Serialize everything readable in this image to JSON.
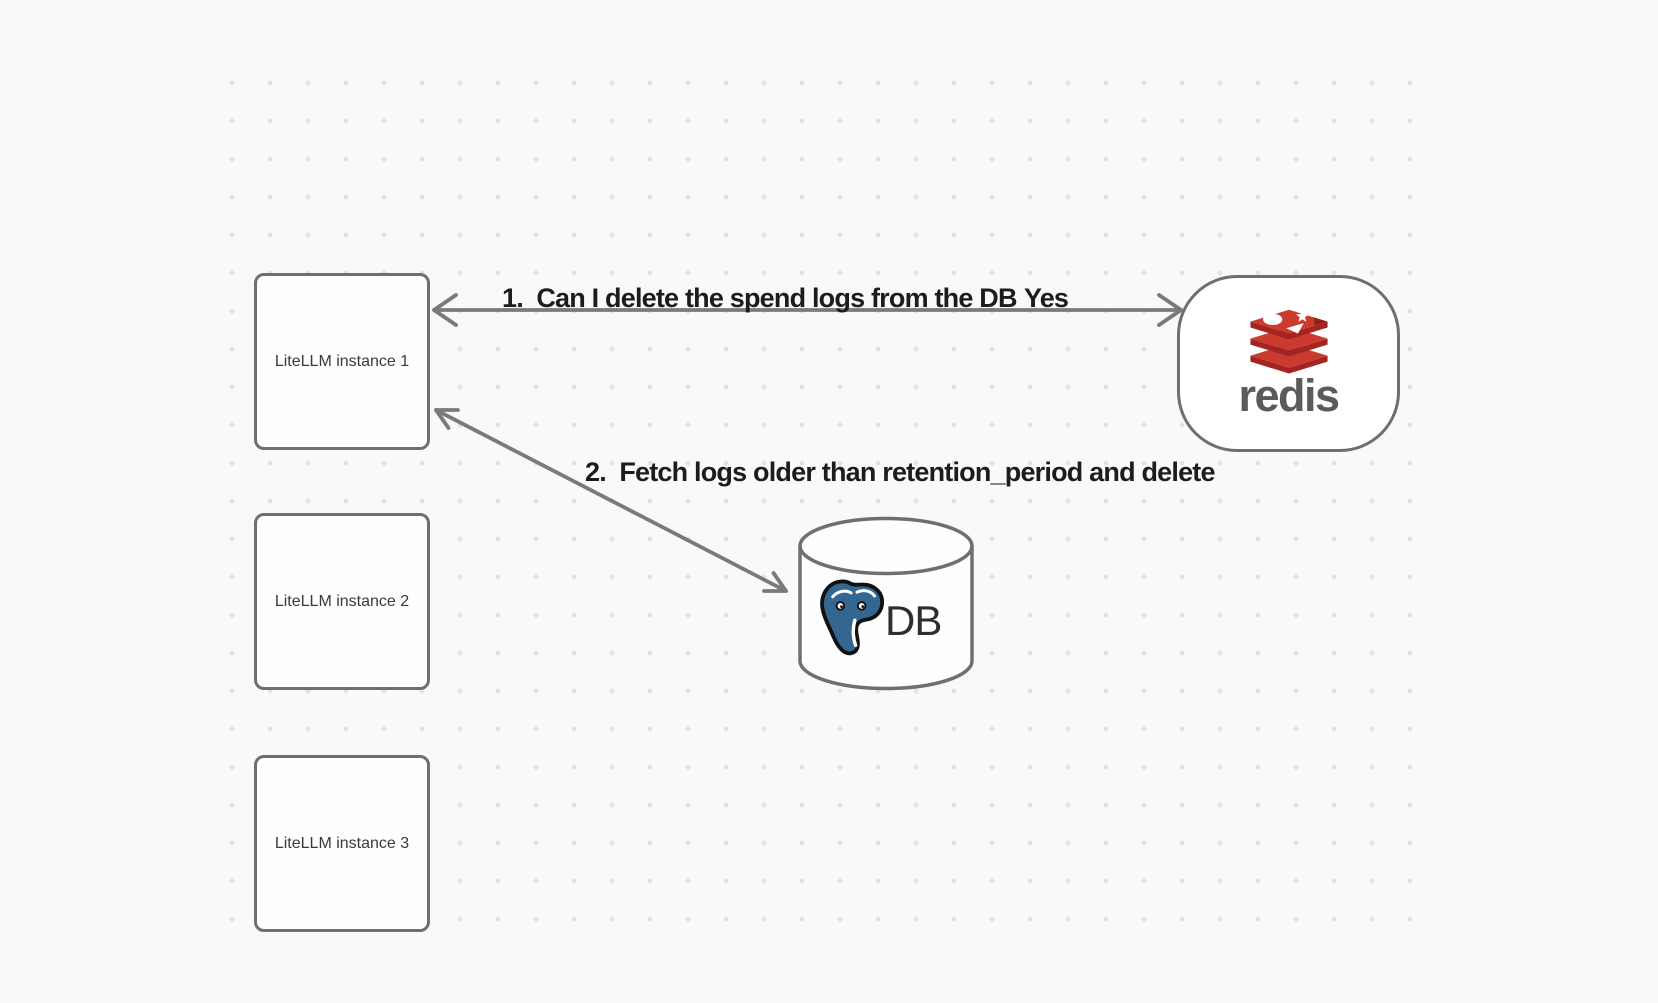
{
  "canvas": {
    "background": "#f9f9f9",
    "dot_color": "#e3e3e3",
    "shape_stroke": "#6f6f6f",
    "arrow_color": "#7a7a7a",
    "edge_label_color": "#1c1c1e"
  },
  "nodes": {
    "litellm_instances": [
      {
        "label": "LiteLLM instance 1"
      },
      {
        "label": "LiteLLM instance 2"
      },
      {
        "label": "LiteLLM instance 3"
      }
    ],
    "redis": {
      "label": "redis",
      "brand_red": "#c6302b",
      "brand_red_dark": "#a32422",
      "wordmark_color": "#5b5b5b"
    },
    "db": {
      "label": "DB",
      "postgres_blue": "#336791"
    }
  },
  "edges": [
    {
      "label": "1.  Can I delete the spend logs from the DB",
      "response": "Yes",
      "from": "LiteLLM instance 1",
      "to": "redis",
      "style": "bidirectional-arrow"
    },
    {
      "label": "2.  Fetch logs older than retention_period and delete",
      "from": "LiteLLM instance 1",
      "to": "DB",
      "style": "bidirectional-arrow"
    }
  ]
}
